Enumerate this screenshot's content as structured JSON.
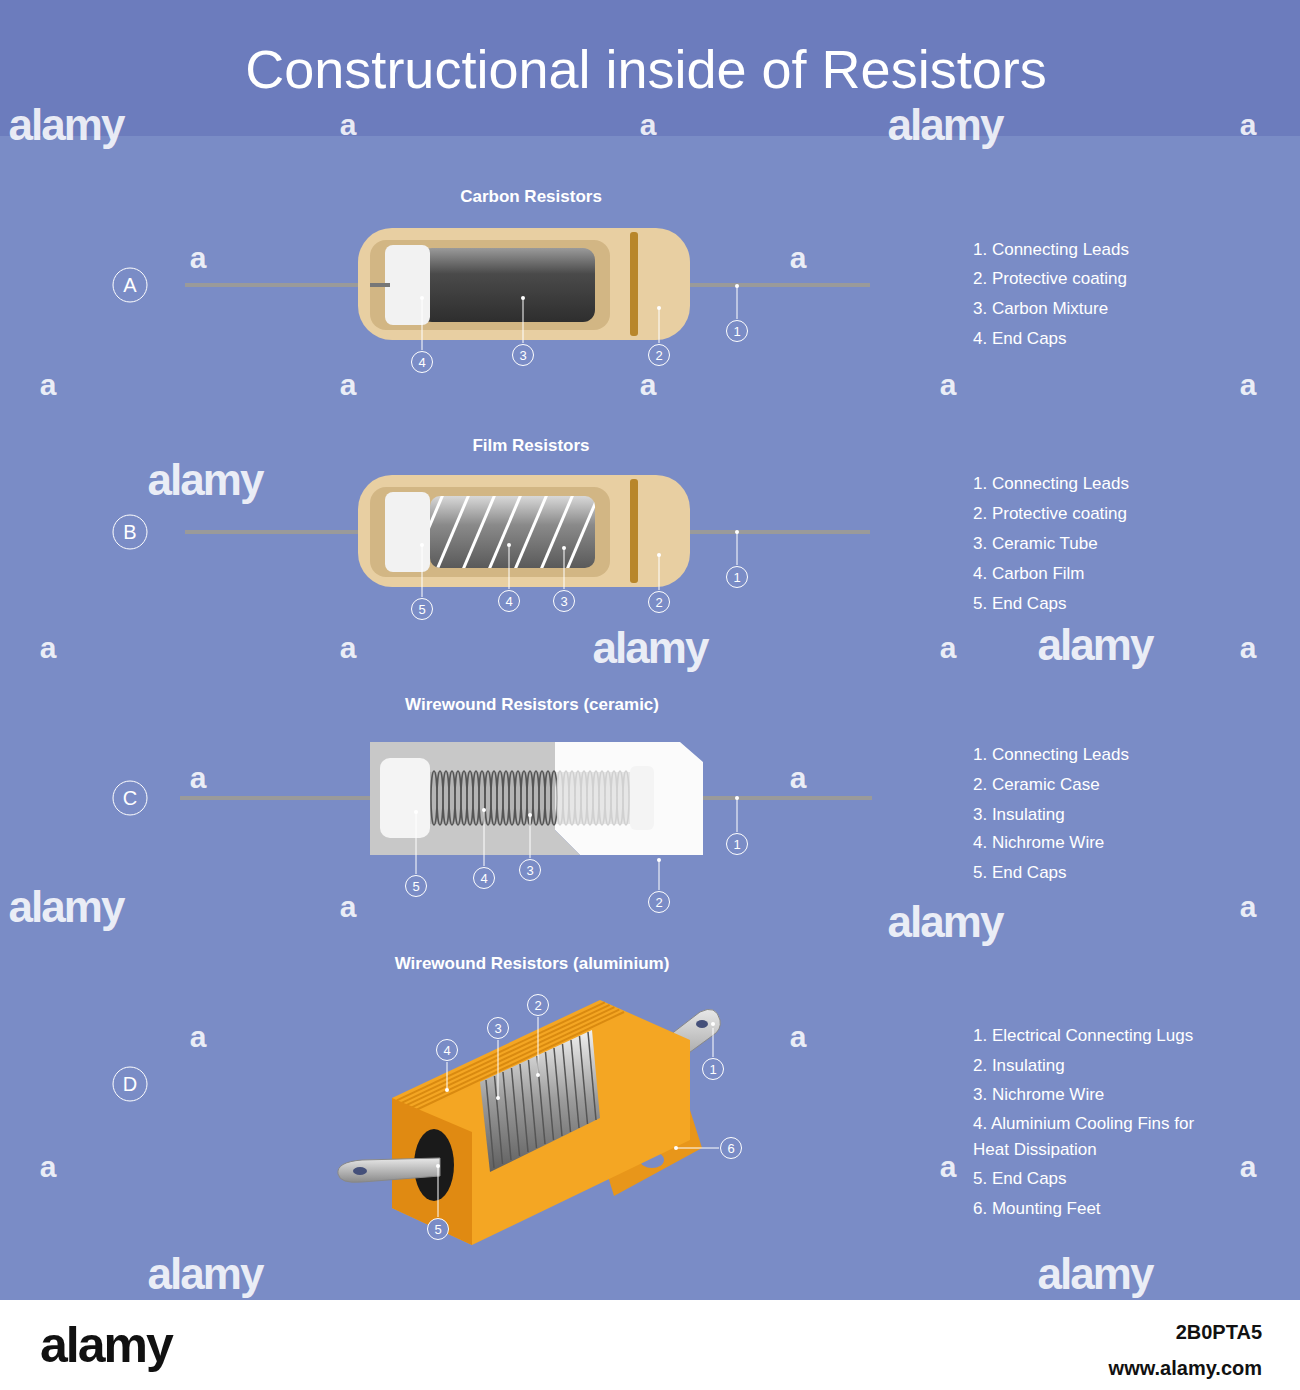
{
  "diagram": {
    "title": "Constructional inside of Resistors",
    "nodes": [
      {
        "text": [
          "A"
        ]
      },
      {
        "text": [
          "B"
        ]
      },
      {
        "text": [
          "C"
        ]
      },
      {
        "text": [
          "D"
        ]
      }
    ],
    "labels": [
      "Carbon Resistors",
      "1. Connecting Leads",
      "2. Protective coating",
      "3. Carbon Mixture",
      "4. End Caps",
      "4",
      "3",
      "2",
      "1",
      "Film Resistors",
      "1. Connecting Leads",
      "2. Protective coating",
      "3. Ceramic Tube",
      "4. Carbon Film",
      "5. End Caps",
      "5",
      "4",
      "3",
      "2",
      "1",
      "Wirewound Resistors (ceramic)",
      "1. Connecting Leads",
      "2. Ceramic Case",
      "3. Insulating",
      "4. Nichrome Wire",
      "5. End Caps",
      "5",
      "4",
      "3",
      "2",
      "1",
      "Wirewound Resistors (aluminium)",
      "1. Electrical Connecting Lugs",
      "2. Insulating",
      "3. Nichrome Wire",
      "4. Aluminium Cooling Fins for Heat Dissipation",
      "5. End Caps",
      "6. Mounting Feet",
      "4",
      "3",
      "2",
      "1",
      "6",
      "5",
      "alamy",
      "a",
      "a",
      "alamy",
      "a",
      "a",
      "a",
      "a",
      "a",
      "a",
      "a",
      "a",
      "alamy",
      "alamy",
      "a",
      "a",
      "alamy",
      "a",
      "a",
      "a",
      "a",
      "alamy",
      "a",
      "alamy",
      "a",
      "a",
      "a",
      "a",
      "a",
      "a",
      "alamy",
      "alamy",
      "alamy",
      "www.alamy.com",
      "2B0PTA5"
    ]
  }
}
